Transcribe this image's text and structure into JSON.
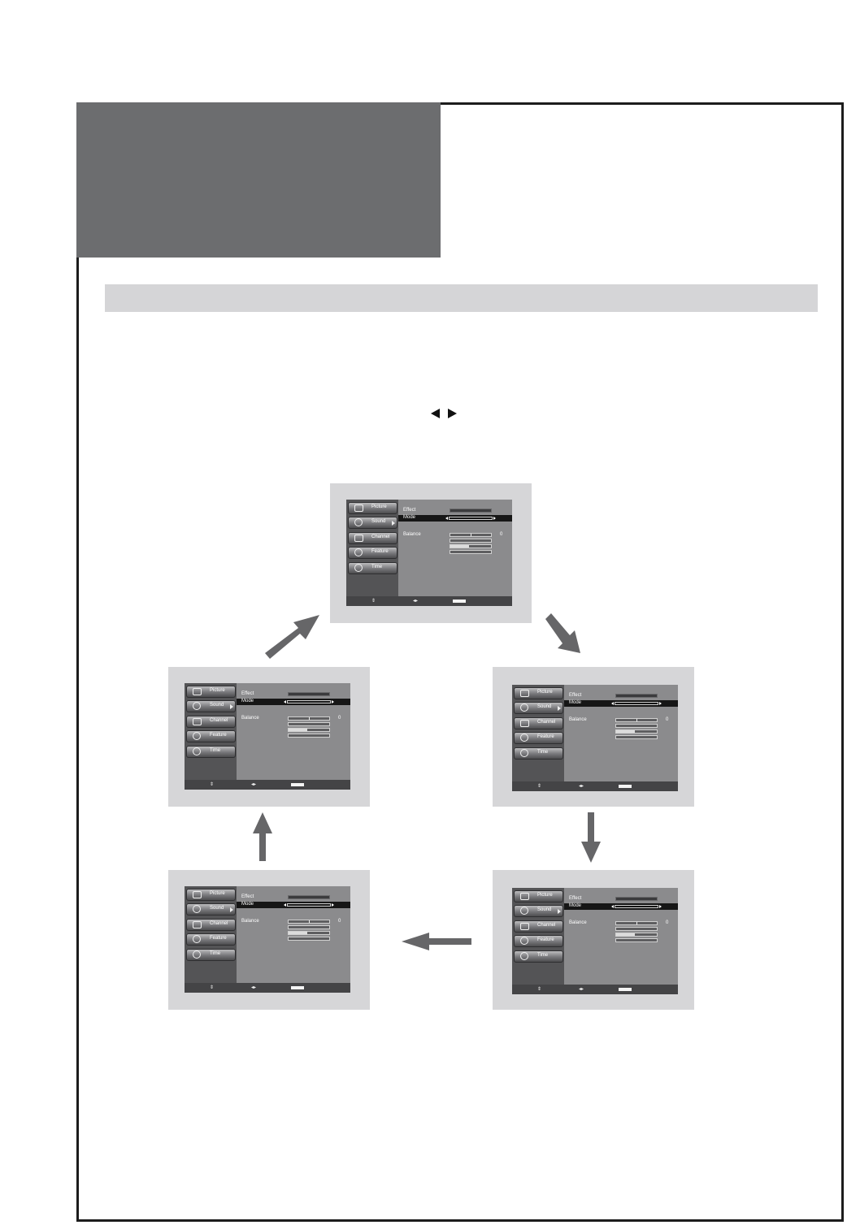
{
  "doc": {
    "title": "",
    "section_heading": "",
    "colors": {
      "header_block": "#6c6d6f",
      "section_bar": "#d5d5d7",
      "arrow": "#666668",
      "frame": "#1c1c1c"
    }
  },
  "instruction": {
    "icons": [
      "left-triangle-icon",
      "right-triangle-icon"
    ]
  },
  "screens": [
    {
      "menu": [
        "Picture",
        "Sound",
        "Channel",
        "Feature",
        "Time"
      ],
      "labels": {
        "effect": "Effect",
        "mode": "Mode",
        "balance": "Balance",
        "balance_value": "0"
      },
      "footer": {
        "move": "⇕",
        "adjust": "◂▸"
      }
    },
    {
      "menu": [
        "Picture",
        "Sound",
        "Channel",
        "Feature",
        "Time"
      ],
      "labels": {
        "effect": "Effect",
        "mode": "Mode",
        "balance": "Balance",
        "balance_value": "0"
      },
      "footer": {
        "move": "⇕",
        "adjust": "◂▸"
      }
    },
    {
      "menu": [
        "Picture",
        "Sound",
        "Channel",
        "Feature",
        "Time"
      ],
      "labels": {
        "effect": "Effect",
        "mode": "Mode",
        "balance": "Balance",
        "balance_value": "0"
      },
      "footer": {
        "move": "⇕",
        "adjust": "◂▸"
      }
    },
    {
      "menu": [
        "Picture",
        "Sound",
        "Channel",
        "Feature",
        "Time"
      ],
      "labels": {
        "effect": "Effect",
        "mode": "Mode",
        "balance": "Balance",
        "balance_value": "0"
      },
      "footer": {
        "move": "⇕",
        "adjust": "◂▸"
      }
    },
    {
      "menu": [
        "Picture",
        "Sound",
        "Channel",
        "Feature",
        "Time"
      ],
      "labels": {
        "effect": "Effect",
        "mode": "Mode",
        "balance": "Balance",
        "balance_value": "0"
      },
      "footer": {
        "move": "⇕",
        "adjust": "◂▸"
      }
    }
  ],
  "cycle_arrows": [
    "arrow-to-right-screen",
    "arrow-down",
    "arrow-left",
    "arrow-up",
    "arrow-to-top-screen"
  ]
}
